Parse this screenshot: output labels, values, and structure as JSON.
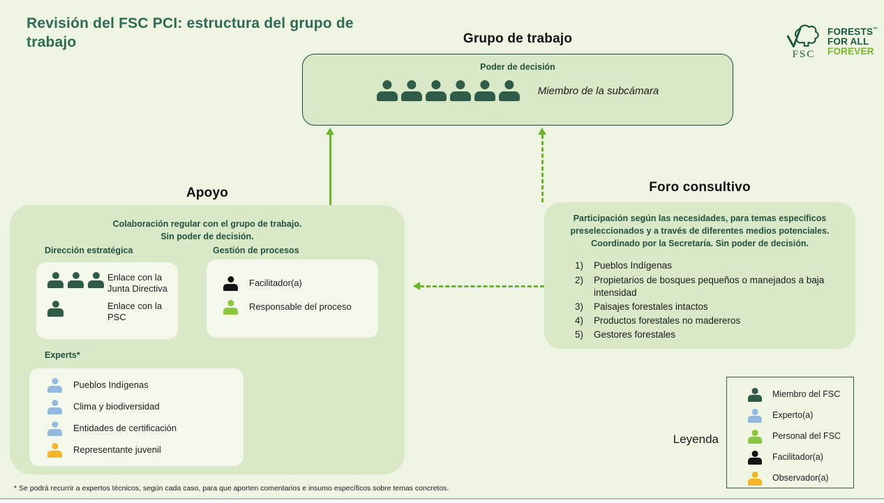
{
  "title": "Revisión del FSC PCI: estructura del grupo de trabajo",
  "colors": {
    "page_bg": "#eef4e2",
    "box_fill": "#d9e8c6",
    "sub_box_fill": "#f3f8ea",
    "title_green": "#2e6b52",
    "text_green": "#235240",
    "arrow_green": "#6cb32c",
    "logo_dark_green": "#18573c",
    "logo_light_green": "#76b82a",
    "person": {
      "fsc_member": "#2e5c48",
      "expert": "#93bade",
      "fsc_staff": "#8cc63f",
      "facilitator": "#141414",
      "observer": "#f6b42a"
    }
  },
  "logo": {
    "fsc": "FSC",
    "line1": "FORESTS",
    "line2": "FOR ALL",
    "line3": "FOREVER",
    "tm": "™"
  },
  "working_group": {
    "heading": "Grupo de trabajo",
    "subtitle": "Poder de decisión",
    "member_count": 6,
    "member_label": "Miembro de la subcámara"
  },
  "apoyo": {
    "heading": "Apoyo",
    "description_line1": "Colaboración regular con el grupo de trabajo.",
    "description_line2": "Sin poder de decisión.",
    "strategic": {
      "heading": "Dirección estratégica",
      "items": [
        {
          "label": "Enlace con la Junta Directiva",
          "icon_count": 3,
          "icon": "person-fsc-member"
        },
        {
          "label": "Enlace con la PSC",
          "icon_count": 1,
          "icon": "person-fsc-member"
        }
      ]
    },
    "process": {
      "heading": "Gestión de procesos",
      "items": [
        {
          "label": "Facilitador(a)",
          "icon": "person-facilitator"
        },
        {
          "label": "Responsable del proceso",
          "icon": "person-fsc-staff"
        }
      ]
    },
    "experts": {
      "heading": "Experts*",
      "items": [
        {
          "label": "Pueblos Indígenas",
          "icon": "person-expert"
        },
        {
          "label": "Clima y biodiversidad",
          "icon": "person-expert"
        },
        {
          "label": "Entidades de certificación",
          "icon": "person-expert"
        },
        {
          "label": "Representante juvenil",
          "icon": "person-observer"
        }
      ]
    }
  },
  "foro": {
    "heading": "Foro consultivo",
    "description": "Participación según las necesidades, para temas específicos preseleccionados y a través de diferentes medios potenciales. Coordinado por la Secretaría. Sin poder de decisión.",
    "items": [
      {
        "num": "1)",
        "label": "Pueblos Indígenas"
      },
      {
        "num": "2)",
        "label": "Propietarios de bosques pequeños o manejados a baja intensidad"
      },
      {
        "num": "3)",
        "label": "Paisajes forestales intactos"
      },
      {
        "num": "4)",
        "label": "Productos forestales no madereros"
      },
      {
        "num": "5)",
        "label": "Gestores forestales"
      }
    ]
  },
  "legend": {
    "label": "Leyenda",
    "items": [
      {
        "label": "Miembro del FSC",
        "color": "#2e5c48"
      },
      {
        "label": "Experto(a)",
        "color": "#93bade"
      },
      {
        "label": "Personal del FSC",
        "color": "#8cc63f"
      },
      {
        "label": "Facilitador(a)",
        "color": "#141414"
      },
      {
        "label": "Observador(a)",
        "color": "#f6b42a"
      }
    ]
  },
  "footnote": "* Se podrá recurrir a expertos técnicos, según cada caso, para que aporten comentarios e insumo específicos sobre temas concretos."
}
